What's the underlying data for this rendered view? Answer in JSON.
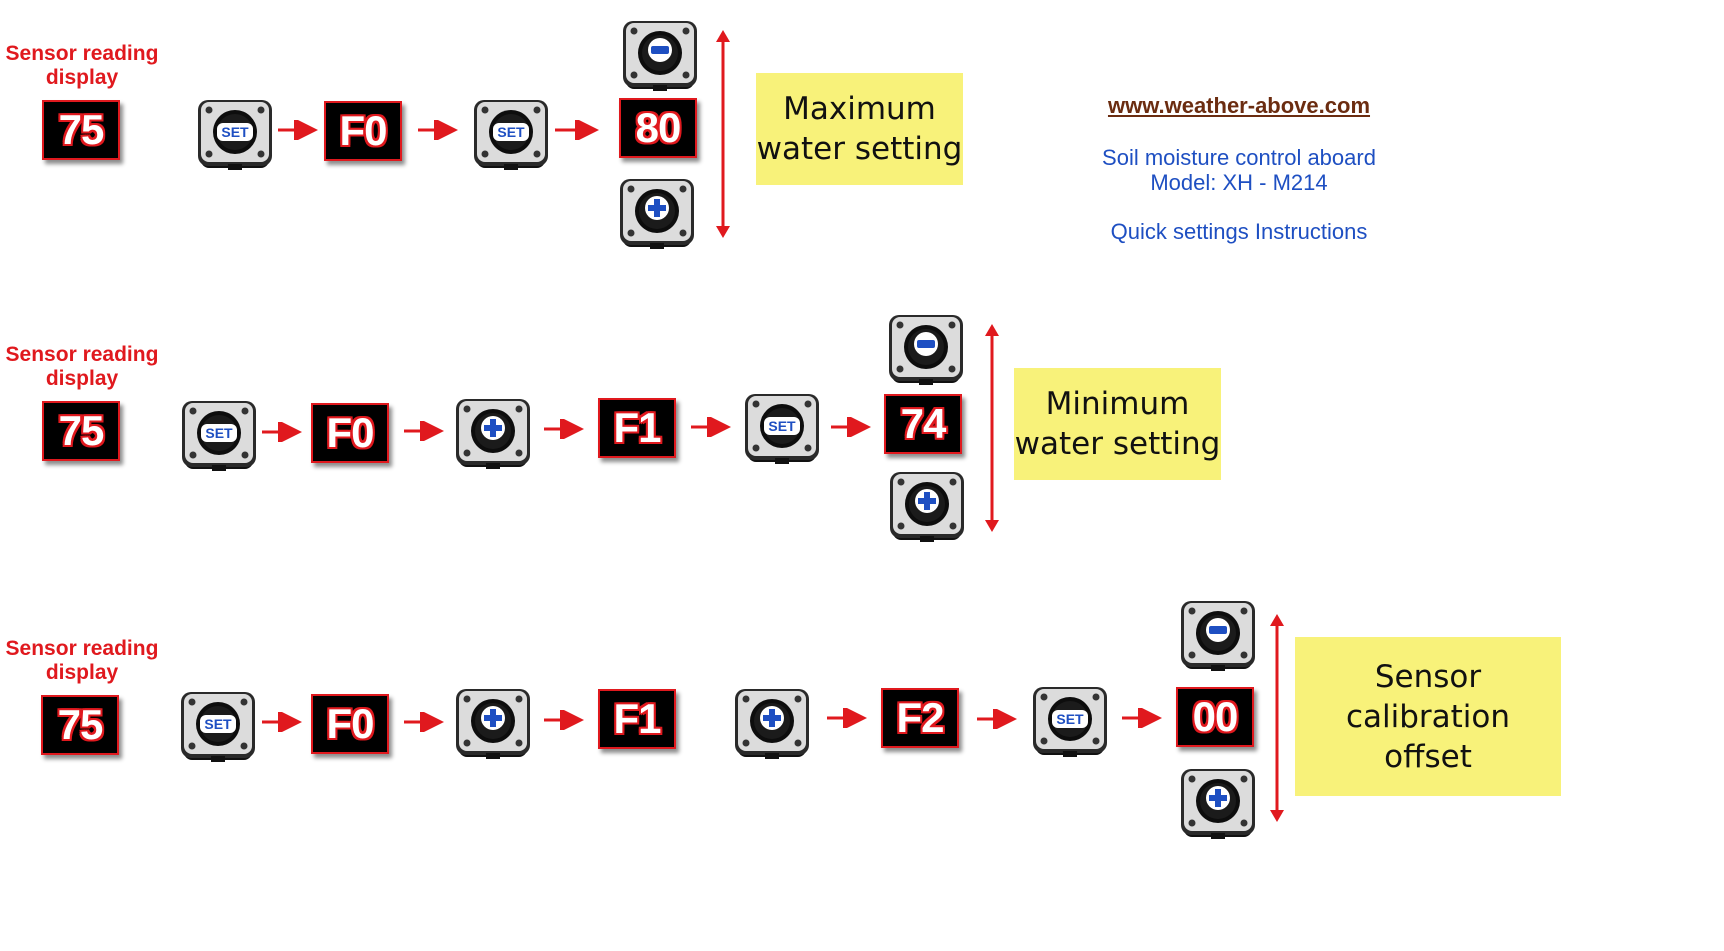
{
  "rows": [
    {
      "label": "Sensor reading display",
      "reading": "75",
      "displays": [
        "F0",
        "80"
      ],
      "note": [
        "Maximum",
        "water setting"
      ]
    },
    {
      "label": "Sensor reading display",
      "reading": "75",
      "displays": [
        "F0",
        "F1",
        "74"
      ],
      "note": [
        "Minimum",
        "water setting"
      ]
    },
    {
      "label": "Sensor reading display",
      "reading": "75",
      "displays": [
        "F0",
        "F1",
        "F2",
        "00"
      ],
      "note": [
        "Sensor calibration",
        "offset"
      ]
    }
  ],
  "buttons": {
    "set": "SET",
    "plus": "+",
    "minus": "−"
  },
  "info": {
    "website": "www.weather-above.com",
    "product": "Soil moisture control aboard",
    "model": "Model: XH - M214",
    "subtitle": "Quick settings Instructions"
  },
  "colors": {
    "accent_red": "#e0191e",
    "note_yellow": "#f8f27a",
    "info_blue": "#1e4fc2",
    "link_brown": "#6b2c10"
  }
}
